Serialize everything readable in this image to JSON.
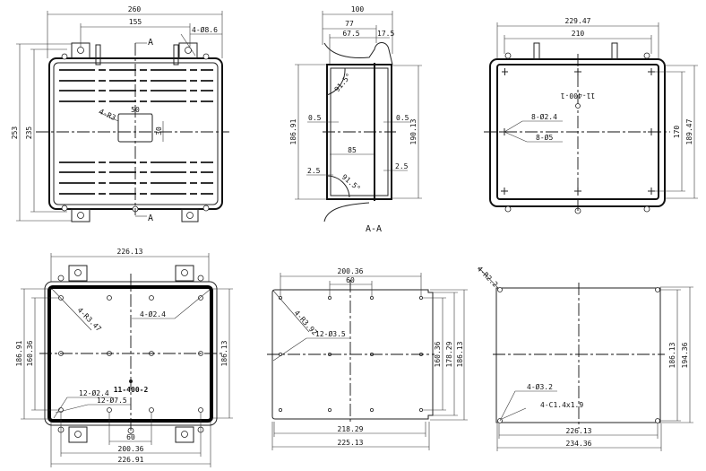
{
  "views": {
    "top": {
      "dims": [
        "260",
        "155",
        "4-Ø8.6",
        "253",
        "235",
        "50",
        "30",
        "4-R3"
      ],
      "section_marks": [
        "A",
        "A"
      ]
    },
    "section": {
      "title": "A-A",
      "dims": [
        "100",
        "77",
        "67.5",
        "17.5",
        "186.91",
        "190.13",
        "0.5",
        "0.5",
        "85",
        "2.5",
        "2.5",
        "91.5°",
        "91.5°"
      ]
    },
    "lid_inner": {
      "dims": [
        "229.47",
        "210",
        "170",
        "189.47",
        "8-Ø2.4",
        "8-Ø5"
      ],
      "part_no": "11-400-1"
    },
    "base_inner": {
      "dims": [
        "226.13",
        "186.91",
        "160.36",
        "186.13",
        "4-R3.47",
        "4-Ø2.4",
        "12-Ø2.4",
        "12-Ø7.5",
        "60",
        "200.36",
        "226.91"
      ],
      "part_no": "11-400-2"
    },
    "mount_plate": {
      "dims": [
        "200.36",
        "60",
        "4-R3.92",
        "12-Ø3.5",
        "160.36",
        "178.29",
        "186.13",
        "218.29",
        "225.13"
      ]
    },
    "gasket_plate": {
      "dims": [
        "4-R2.2",
        "4-Ø3.2",
        "4-C1.4x1.9",
        "186.13",
        "194.36",
        "226.13",
        "234.36"
      ]
    }
  }
}
